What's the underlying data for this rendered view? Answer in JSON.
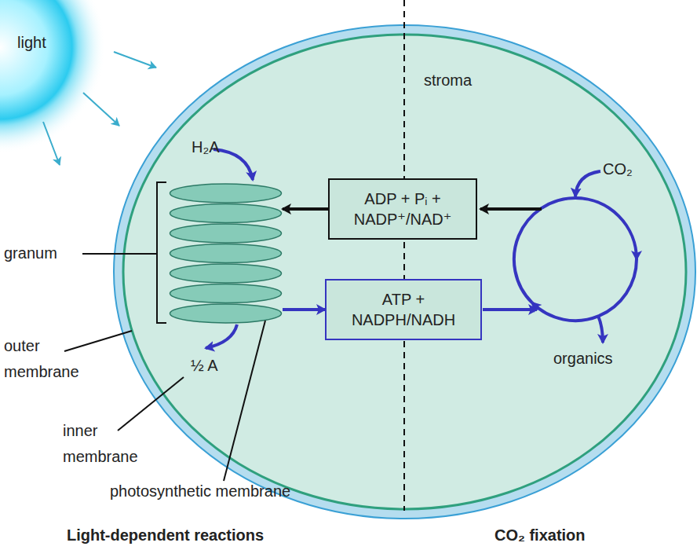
{
  "diagram": {
    "nodes": [
      {
        "text": [
          "stroma"
        ]
      },
      {
        "text": [
          "granum"
        ],
        "in": 0
      },
      {
        "text": [
          "ADP + Pᵢ + NADP⁺/NAD⁺"
        ],
        "in": 0
      },
      {
        "text": [
          "ATP + NADPH/NADH"
        ],
        "in": 0
      }
    ],
    "edges": [
      {
        "from": 2,
        "to": 1,
        "arrow": "to"
      },
      {
        "from": 1,
        "to": 3,
        "arrow": "to"
      }
    ],
    "labels": [
      "light",
      "H₂A",
      "½ A",
      "outer membrane",
      "inner membrane",
      "photosynthetic membrane",
      "CO₂",
      "organics",
      "Light-dependent reactions",
      "CO₂ fixation"
    ]
  }
}
